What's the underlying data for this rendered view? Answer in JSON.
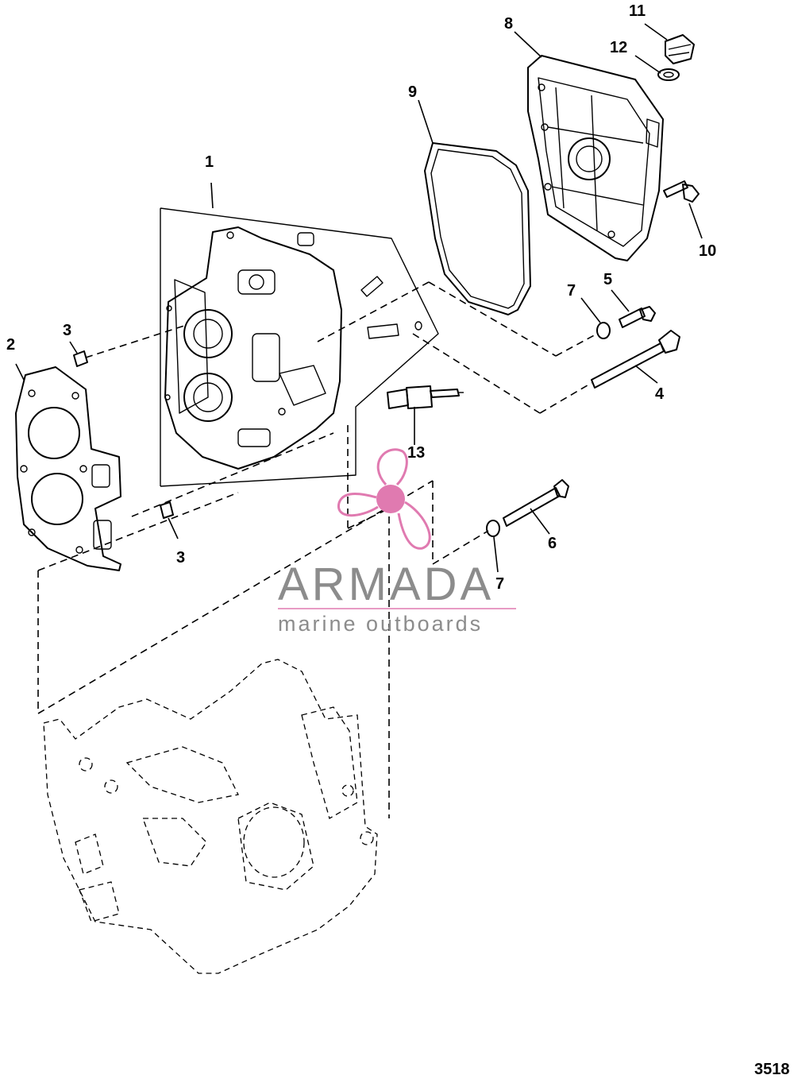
{
  "diagram": {
    "drawing_number": "3518",
    "callouts": [
      {
        "id": "c1",
        "label": "1"
      },
      {
        "id": "c2",
        "label": "2"
      },
      {
        "id": "c3a",
        "label": "3"
      },
      {
        "id": "c3b",
        "label": "3"
      },
      {
        "id": "c4",
        "label": "4"
      },
      {
        "id": "c5",
        "label": "5"
      },
      {
        "id": "c6",
        "label": "6"
      },
      {
        "id": "c7a",
        "label": "7"
      },
      {
        "id": "c7b",
        "label": "7"
      },
      {
        "id": "c8",
        "label": "8"
      },
      {
        "id": "c9",
        "label": "9"
      },
      {
        "id": "c10",
        "label": "10"
      },
      {
        "id": "c11",
        "label": "11"
      },
      {
        "id": "c12",
        "label": "12"
      },
      {
        "id": "c13",
        "label": "13"
      }
    ]
  },
  "watermark": {
    "title": "ARMADA",
    "subtitle": "marine outboards",
    "logo_color": "#e07ab0",
    "text_color": "#8c8c8c"
  }
}
